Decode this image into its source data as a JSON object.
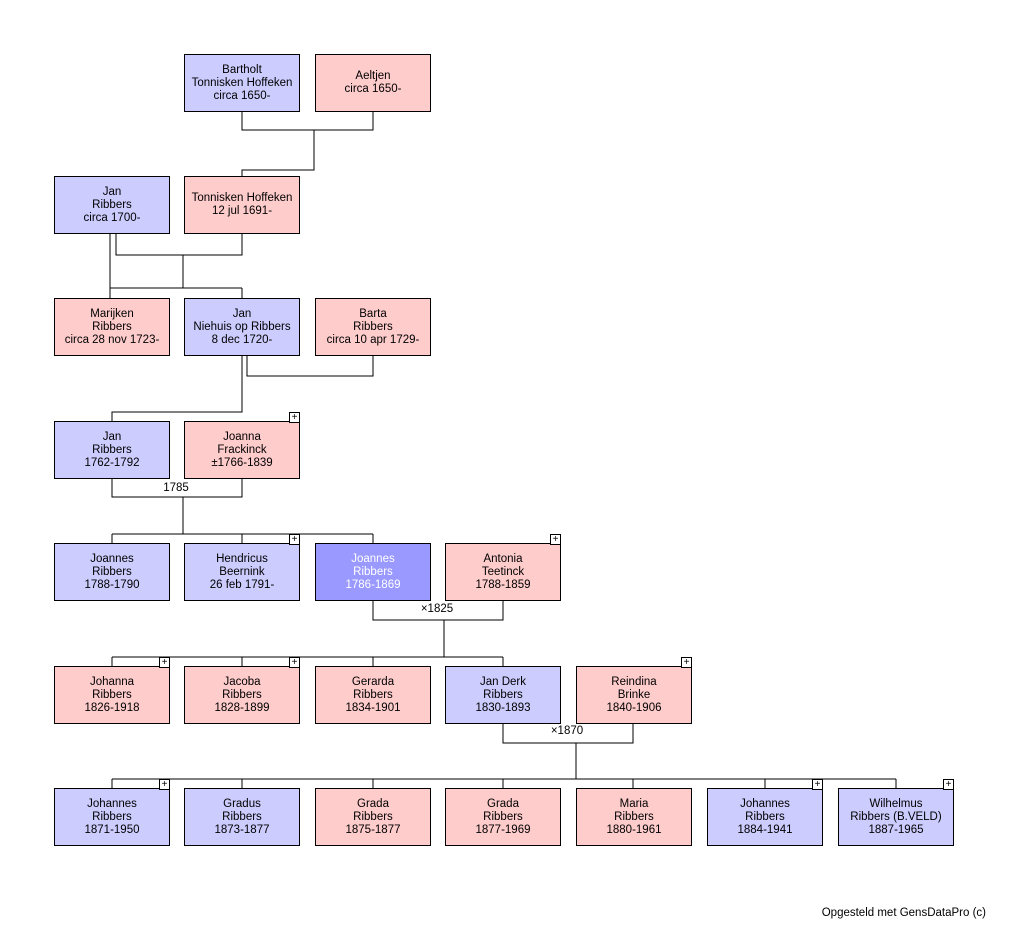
{
  "persons": {
    "bartholt": {
      "lines": [
        "Bartholt",
        "Tonnisken Hoffeken",
        "circa 1650-"
      ],
      "sex": "m"
    },
    "aeltjen": {
      "lines": [
        "Aeltjen",
        "circa 1650-"
      ],
      "sex": "f"
    },
    "jan_ribbers_1700": {
      "lines": [
        "Jan",
        "Ribbers",
        "circa 1700-"
      ],
      "sex": "m"
    },
    "tonnisken": {
      "lines": [
        "Tonnisken Hoffeken",
        "12 jul 1691-"
      ],
      "sex": "f"
    },
    "marijken": {
      "lines": [
        "Marijken",
        "Ribbers",
        "circa 28 nov 1723-"
      ],
      "sex": "f"
    },
    "jan_niehuis": {
      "lines": [
        "Jan",
        "Niehuis op  Ribbers",
        "8 dec 1720-"
      ],
      "sex": "m"
    },
    "barta": {
      "lines": [
        "Barta",
        "Ribbers",
        "circa 10 apr 1729-"
      ],
      "sex": "f"
    },
    "jan_1762": {
      "lines": [
        "Jan",
        "Ribbers",
        "1762-1792"
      ],
      "sex": "m"
    },
    "joanna": {
      "lines": [
        "Joanna",
        "Frackinck",
        "±1766-1839"
      ],
      "sex": "f",
      "expand": "+"
    },
    "joannes_1788": {
      "lines": [
        "Joannes",
        "Ribbers",
        "1788-1790"
      ],
      "sex": "m"
    },
    "hendricus": {
      "lines": [
        "Hendricus",
        "Beernink",
        "26 feb 1791-"
      ],
      "sex": "m",
      "expand": "+"
    },
    "joannes_1786": {
      "lines": [
        "Joannes",
        "Ribbers",
        "1786-1869"
      ],
      "sex": "m",
      "selected": true
    },
    "antonia": {
      "lines": [
        "Antonia",
        "Teetinck",
        "1788-1859"
      ],
      "sex": "f",
      "expand": "+"
    },
    "johanna": {
      "lines": [
        "Johanna",
        "Ribbers",
        "1826-1918"
      ],
      "sex": "f",
      "expand": "+"
    },
    "jacoba": {
      "lines": [
        "Jacoba",
        "Ribbers",
        "1828-1899"
      ],
      "sex": "f",
      "expand": "+"
    },
    "gerarda": {
      "lines": [
        "Gerarda",
        "Ribbers",
        "1834-1901"
      ],
      "sex": "f"
    },
    "jan_derk": {
      "lines": [
        "Jan Derk",
        "Ribbers",
        "1830-1893"
      ],
      "sex": "m"
    },
    "reindina": {
      "lines": [
        "Reindina",
        "Brinke",
        "1840-1906"
      ],
      "sex": "f",
      "expand": "+"
    },
    "johannes_1871": {
      "lines": [
        "Johannes",
        "Ribbers",
        "1871-1950"
      ],
      "sex": "m",
      "expand": "+"
    },
    "gradus": {
      "lines": [
        "Gradus",
        "Ribbers",
        "1873-1877"
      ],
      "sex": "m"
    },
    "grada_1875": {
      "lines": [
        "Grada",
        "Ribbers",
        "1875-1877"
      ],
      "sex": "f"
    },
    "grada_1877": {
      "lines": [
        "Grada",
        "Ribbers",
        "1877-1969"
      ],
      "sex": "f"
    },
    "maria": {
      "lines": [
        "Maria",
        "Ribbers",
        "1880-1961"
      ],
      "sex": "f"
    },
    "johannes_1884": {
      "lines": [
        "Johannes",
        "Ribbers",
        "1884-1941"
      ],
      "sex": "m",
      "expand": "+"
    },
    "wilhelmus": {
      "lines": [
        "Wilhelmus",
        "Ribbers (B.VELD)",
        "1887-1965"
      ],
      "sex": "m",
      "expand": "+"
    }
  },
  "marriages": {
    "m1785": "1785",
    "m1825": "×1825",
    "m1870": "×1870"
  },
  "colors": {
    "male": "#ccccff",
    "female": "#ffcccc",
    "selected": "#9999ff"
  },
  "footer": "Opgesteld met GensDataPro (c)"
}
